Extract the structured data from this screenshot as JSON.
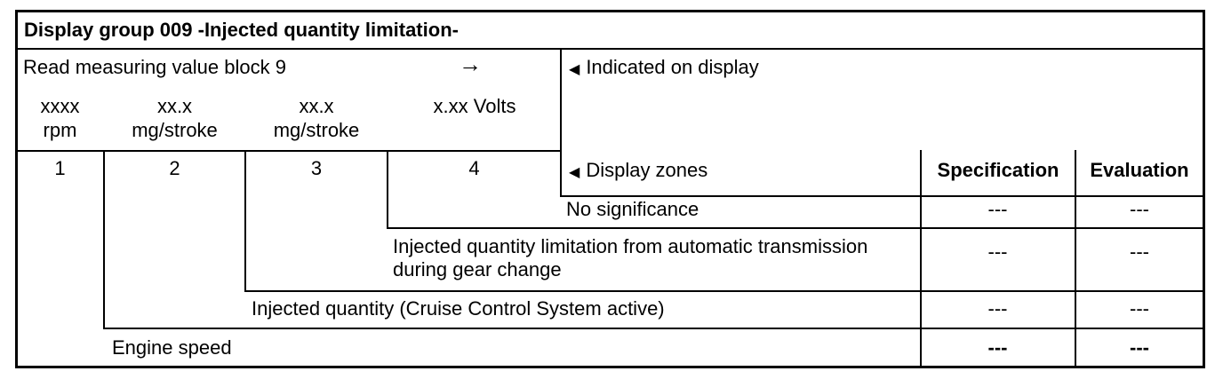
{
  "title": "Display group 009 -Injected quantity limitation-",
  "header": {
    "read_label": "Read measuring value block 9",
    "indicated_label": "Indicated on display"
  },
  "icons": {
    "right_arrow": "→",
    "left_triangle": "◀"
  },
  "units": [
    {
      "line1": "xxxx",
      "line2": "rpm"
    },
    {
      "line1": "xx.x",
      "line2": "mg/stroke"
    },
    {
      "line1": "xx.x",
      "line2": "mg/stroke"
    },
    {
      "line1": "x.xx Volts",
      "line2": ""
    }
  ],
  "zones": {
    "numbers": [
      "1",
      "2",
      "3",
      "4"
    ],
    "label": "Display zones",
    "spec_header": "Specification",
    "eval_header": "Evaluation"
  },
  "rows": [
    {
      "label": "No significance",
      "specification": "---",
      "evaluation": "---"
    },
    {
      "label": "Injected quantity limitation from automatic transmission during gear change",
      "specification": "---",
      "evaluation": "---"
    },
    {
      "label": "Injected quantity (Cruise Control System active)",
      "specification": "---",
      "evaluation": "---"
    },
    {
      "label": "Engine speed",
      "specification": "---",
      "evaluation": "---"
    }
  ],
  "colors": {
    "ink": "#000000",
    "background": "#ffffff"
  }
}
